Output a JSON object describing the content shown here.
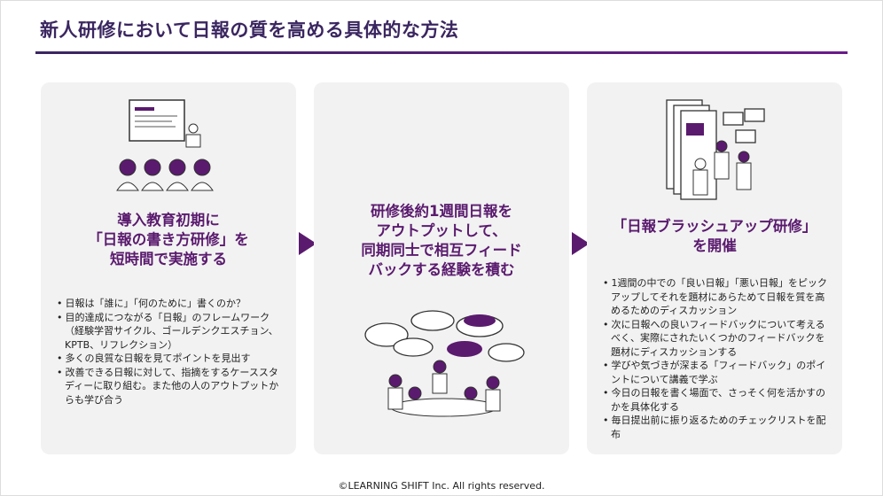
{
  "title": "新人研修において日報の質を高める具体的な方法",
  "cards": [
    {
      "heading": [
        "導入教育初期に",
        "「日報の書き方研修」を",
        "短時間で実施する"
      ],
      "bullets": [
        "日報は「誰に」「何のために」書くのか？",
        "目的達成につながる「日報」のフレームワーク（経験学習サイクル、ゴールデンクエスチョン、KPTB、リフレクション）",
        "多くの良質な日報を見てポイントを見出す",
        "改善できる日報に対して、指摘をするケーススタディーに取り組む。また他の人のアウトプットからも学び合う"
      ]
    },
    {
      "heading": [
        "研修後約1週間日報を",
        "アウトプットして、",
        "同期同士で相互フィード",
        "バックする経験を積む"
      ],
      "bullets": []
    },
    {
      "heading": [
        "「日報ブラッシュアップ研修」",
        "を開催"
      ],
      "bullets": [
        "1週間の中での「良い日報」「悪い日報」をピックアップしてそれを題材にあらためて日報を質を高めるためのディスカッション",
        "次に日報への良いフィードバックについて考えるべく、実際にされたいくつかのフィードバックを題材にディスカッションする",
        "学びや気づきが深まる「フィードバック」のポイントについて講義で学ぶ",
        "今日の日報を書く場面で、さっそく何を活かすのかを具体化する",
        "毎日提出前に振り返るためのチェックリストを配布"
      ]
    }
  ],
  "footer": "©LEARNING SHIFT Inc. All rights reserved.",
  "colors": {
    "accent": "#5a1a6e",
    "title": "#3a2660",
    "card": "#f2f2f2"
  }
}
